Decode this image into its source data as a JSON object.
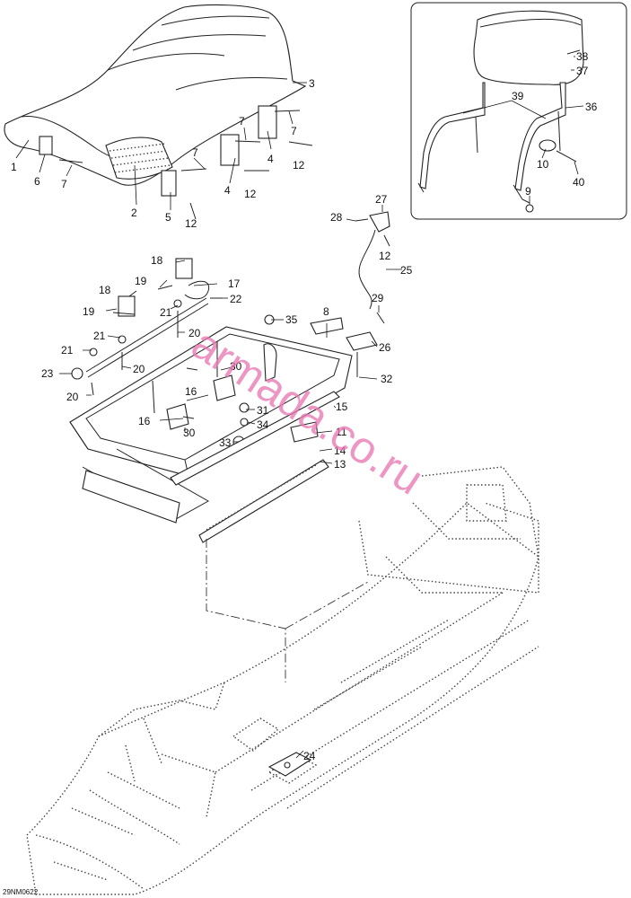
{
  "diagram": {
    "drawing_code": "29NM0622",
    "watermark": "armada.co.ru",
    "callouts": {
      "c1": "1",
      "c2": "2",
      "c3": "3",
      "c4a": "4",
      "c4b": "4",
      "c5": "5",
      "c6": "6",
      "c7a": "7",
      "c7b": "7",
      "c7c": "7",
      "c7d": "7",
      "c8": "8",
      "c9": "9",
      "c10": "10",
      "c11": "11",
      "c12a": "12",
      "c12b": "12",
      "c12c": "12",
      "c12d": "12",
      "c13": "13",
      "c14": "14",
      "c15": "15",
      "c16a": "16",
      "c16b": "16",
      "c17": "17",
      "c18a": "18",
      "c18b": "18",
      "c19a": "19",
      "c19b": "19",
      "c20a": "20",
      "c20b": "20",
      "c20c": "20",
      "c21a": "21",
      "c21b": "21",
      "c21c": "21",
      "c22": "22",
      "c23": "23",
      "c24": "24",
      "c25": "25",
      "c26": "26",
      "c27": "27",
      "c28": "28",
      "c29": "29",
      "c30a": "30",
      "c30b": "30",
      "c31": "31",
      "c32": "32",
      "c33": "33",
      "c34": "34",
      "c35": "35",
      "c36": "36",
      "c37": "37",
      "c38": "38",
      "c39": "39",
      "c40": "40"
    }
  }
}
